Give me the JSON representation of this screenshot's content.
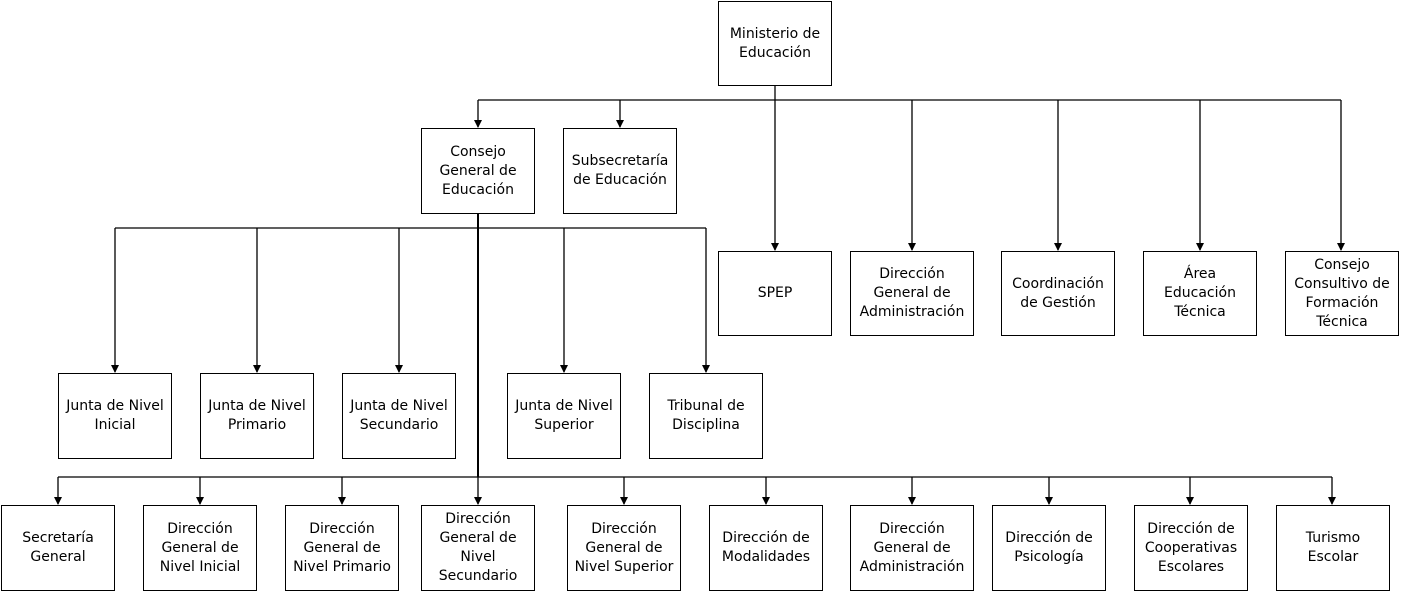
{
  "org_chart": {
    "root": "Ministerio de\nEducación",
    "consejo": "Consejo\nGeneral de\nEducación",
    "subsecretaria": "Subsecretaría\nde Educación",
    "ministry_units": [
      "SPEP",
      "Dirección\nGeneral de\nAdministración",
      "Coordinación\nde Gestión",
      "Área\nEducación\nTécnica",
      "Consejo\nConsultivo de\nFormación\nTécnica"
    ],
    "juntas": [
      "Junta de Nivel\nInicial",
      "Junta de Nivel\nPrimario",
      "Junta de Nivel\nSecundario",
      "Junta de Nivel\nSuperior",
      "Tribunal de\nDisciplina"
    ],
    "direcciones": [
      "Secretaría\nGeneral",
      "Dirección\nGeneral de\nNivel Inicial",
      "Dirección\nGeneral de\nNivel Primario",
      "Dirección\nGeneral de\nNivel\nSecundario",
      "Dirección\nGeneral de\nNivel Superior",
      "Dirección de\nModalidades",
      "Dirección\nGeneral de\nAdministración",
      "Dirección de\nPsicología",
      "Dirección de\nCooperativas\nEscolares",
      "Turismo\nEscolar"
    ]
  }
}
